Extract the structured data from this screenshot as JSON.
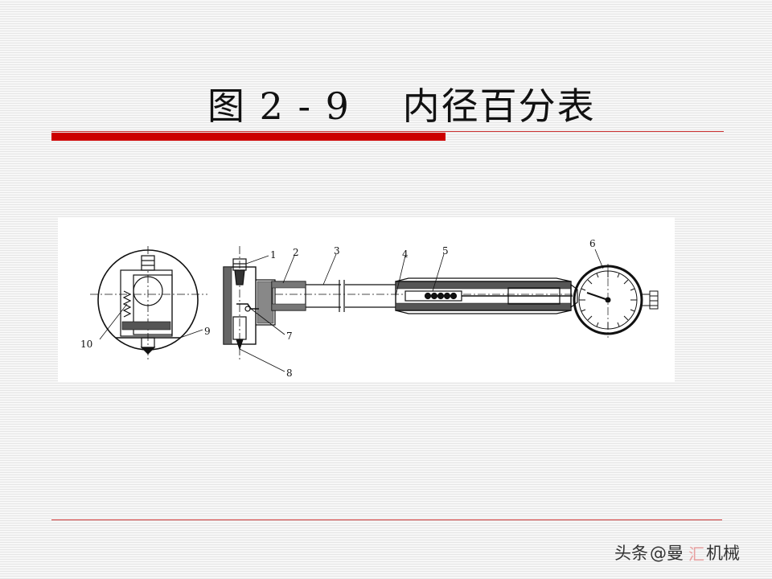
{
  "slide": {
    "title": "图 2 - 9　 内径百分表"
  },
  "figure": {
    "part_labels": [
      "1",
      "2",
      "3",
      "4",
      "5",
      "6",
      "7",
      "8",
      "9",
      "10"
    ]
  },
  "watermark": {
    "platform": "头条",
    "handle": "@曼",
    "logo_glyph": "汇",
    "account": "机械"
  }
}
